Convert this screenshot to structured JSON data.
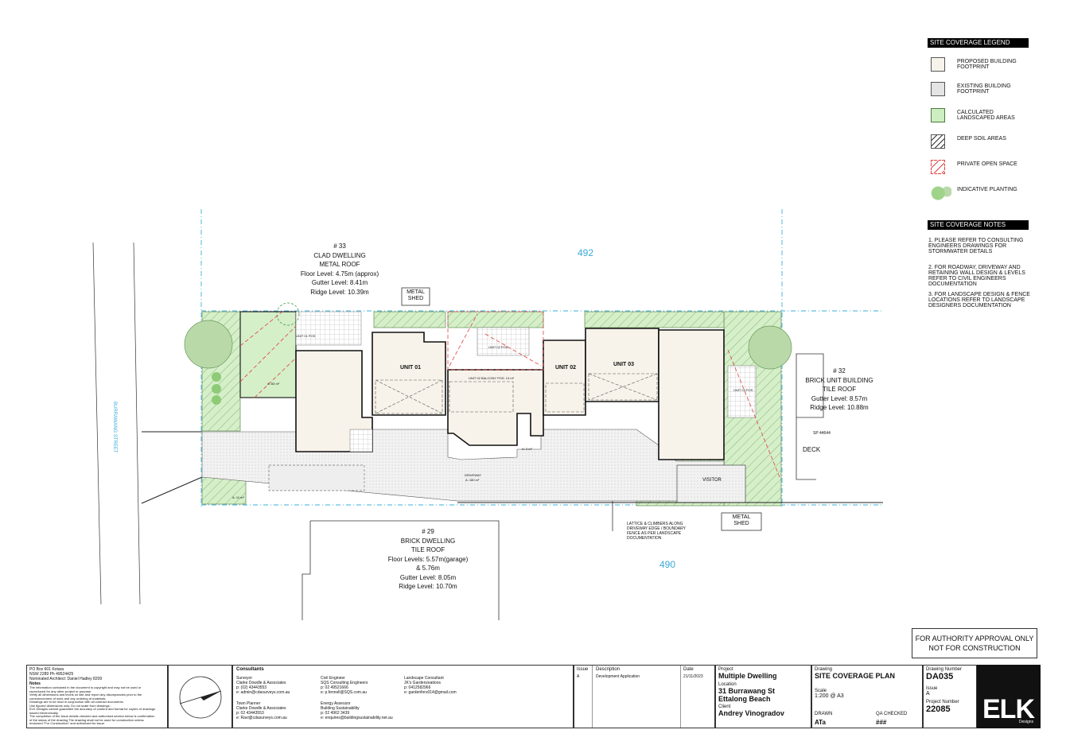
{
  "legend": {
    "title": "SITE COVERAGE LEGEND",
    "items": [
      {
        "label": "PROPOSED BUILDING FOOTPRINT",
        "color": "#f8f3ea"
      },
      {
        "label": "EXISTING BUILDING FOOTPRINT",
        "color": "#e4e4e4"
      },
      {
        "label": "CALCULATED LANDSCAPED AREAS",
        "color": "#cdeec1"
      },
      {
        "label": "DEEP SOIL AREAS",
        "color": "#ffffff"
      },
      {
        "label": "PRIVATE OPEN SPACE",
        "color": "#ffffff"
      },
      {
        "label": "INDICATIVE PLANTING",
        "color": "#9fd48a"
      }
    ]
  },
  "notes": {
    "title": "SITE COVERAGE NOTES",
    "items": [
      "1. PLEASE REFER TO CONSULTING ENGINEERS DRAWINGS FOR STORMWATER DETAILS",
      "2. FOR ROADWAY, DRIVEWAY AND RETAINING WALL DESIGN & LEVELS REFER TO CIVIL ENGINEERS DOCUMENTATION",
      "3. FOR LANDSCAPE DESIGN & FENCE LOCATIONS REFER TO LANDSCAPE DESIGNERS DOCUMENTATION"
    ]
  },
  "plan": {
    "lot_top": "492",
    "lot_bottom": "490",
    "street": "BURRAWANG STREET",
    "n33": [
      "# 33",
      "CLAD DWELLING",
      "METAL ROOF",
      "Floor Level: 4.75m (approx)",
      "Gutter Level: 8.41m",
      "Ridge Level: 10.39m"
    ],
    "n32": [
      "# 32",
      "BRICK UNIT BUILDING",
      "TILE ROOF",
      "Gutter Level: 8.57m",
      "Ridge Level: 10.88m"
    ],
    "n29": [
      "# 29",
      "BRICK DWELLING",
      "TILE ROOF",
      "Floor Levels: 5.57m(garage)",
      "& 5.76m",
      "Gutter Level: 8.05m",
      "Ridge Level: 10.70m"
    ],
    "metal_shed": [
      "METAL",
      "SHED"
    ],
    "unit1": "UNIT 01",
    "unit2": "UNIT 02",
    "unit3": "UNIT 03",
    "visitor": "VISITOR",
    "deck": "DECK",
    "sp": "SP 44644",
    "driveway": "DRIVEWAY",
    "driveway_area": "A: 180 m²",
    "pos1": "UNIT 01 POS",
    "pos2": "UNIT 02 POS",
    "pos3": "UNIT 03 POS",
    "balcony": "UNIT 02 BALCONY POS: 13 m²",
    "area_83": "A: 83 m²",
    "area_11": "A: 11 m²",
    "area_3": "A: 3 m²",
    "lattice": [
      "LATTICE & CLIMBERS ALONG",
      "DRIVEWAY EDGE / BOUNDARY",
      "FENCE AS PER LANDSCAPE",
      "DOCUMENTATION"
    ]
  },
  "approval": [
    "FOR AUTHORITY APPROVAL ONLY",
    "NOT FOR CONSTRUCTION"
  ],
  "titleblock": {
    "address": [
      "PO Box 601 Kotara",
      "NSW 2289 Ph 49524425",
      "Nominated Architect: Daniel Hadley 8209"
    ],
    "notes_head": "Notes",
    "notes_text": [
      "The information contained in the document is copyright and may not be used or",
      "reproduced for any other project or purpose.",
      "Verify all dimensions and levels on site and report any discrepancies prior to the",
      "commencement of work and any ordering of materials.",
      "Drawings are to be read in conjunction with all contract documents.",
      "Use figured dimensions only. Do not scale from drawings.",
      "ELK Designs cannot guarantee the accuracy of content and format for copies of drawings",
      "issued electronically.",
      "The completion of the issue details checked and authorised section below is confirmation",
      "of the status of the drawing.The drawing shall not be used for construction unless",
      "endorsed \"For Construction\" and authorised for issue."
    ],
    "consultants_head": "Consultants",
    "consultants": [
      [
        "Surveyor",
        "Clarke Dowdle & Associates",
        "p: (02) 43443553",
        "e: admin@cdasurveys.com.au"
      ],
      [
        "Town Planner",
        "Clarke Dowdle & Associates",
        "p: 02 43443553",
        "e: Ravi@cdasurveys.com.au"
      ],
      [
        "Civil Engineer",
        "SQS Consulting Engineers",
        "p: 02 49521666",
        "e: p.fennell@SQS.com.au"
      ],
      [
        "Energy Assessor",
        "Building Sustainability",
        "p: 02 4962 3439",
        "e: enquires@buildingsustainability.net.au"
      ],
      [
        "Landscape Consultant",
        "JK's Gardenzeations",
        "p: 0412582966",
        "e: gardenfors014@gmail.com"
      ]
    ],
    "issue_head": "Issue",
    "desc_head": "Description",
    "date_head": "Date",
    "issue": "A",
    "desc": "Development Application",
    "date": "21/11/2023",
    "project_head": "Project",
    "project": "Multiple Dwelling",
    "location_head": "Location",
    "location": [
      "31 Burrawang St",
      "Ettalong Beach"
    ],
    "client_head": "Client",
    "client": "Andrey Vinogradov",
    "drawing_head": "Drawing",
    "drawing": "SITE COVERAGE PLAN",
    "scale_head": "Scale",
    "scale": "1:200 @ A3",
    "drawn_head": "DRAWN",
    "drawn": "ATa",
    "qa_head": "QA CHECKED",
    "qa": "###",
    "dn_head": "Drawing Number",
    "dn": "DA035",
    "iss_head": "Issue",
    "iss": "A",
    "pn_head": "Project Number",
    "pn": "22085",
    "logo": "ELK",
    "logo_sub": "Designs"
  }
}
